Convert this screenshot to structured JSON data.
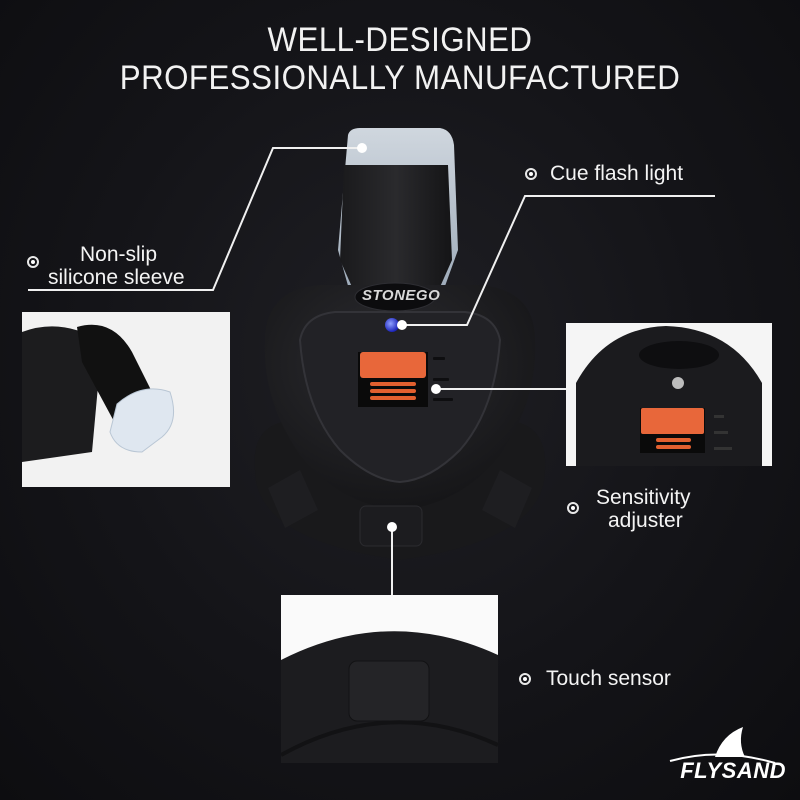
{
  "header": {
    "line1": "WELL-DESIGNED",
    "line2": "PROFESSIONALLY MANUFACTURED"
  },
  "product": {
    "logo": "STONEGO"
  },
  "callouts": [
    {
      "id": "silicone",
      "lines": [
        "Non-slip",
        "silicone sleeve"
      ],
      "icon": "bullet-ring-icon"
    },
    {
      "id": "cue",
      "lines": [
        "Cue flash light"
      ],
      "icon": "bullet-ring-icon"
    },
    {
      "id": "sensitivity",
      "lines": [
        "Sensitivity",
        "adjuster"
      ],
      "icon": "bullet-ring-icon"
    },
    {
      "id": "touch",
      "lines": [
        "Touch sensor"
      ],
      "icon": "bullet-ring-icon"
    }
  ],
  "watermark": {
    "brand": "FLYSAND",
    "icon": "shark-fin-icon"
  },
  "colors": {
    "background": "#141418",
    "accent_orange": "#e8673a",
    "led_blue": "#2a35d8",
    "text": "#f4f4f4"
  }
}
